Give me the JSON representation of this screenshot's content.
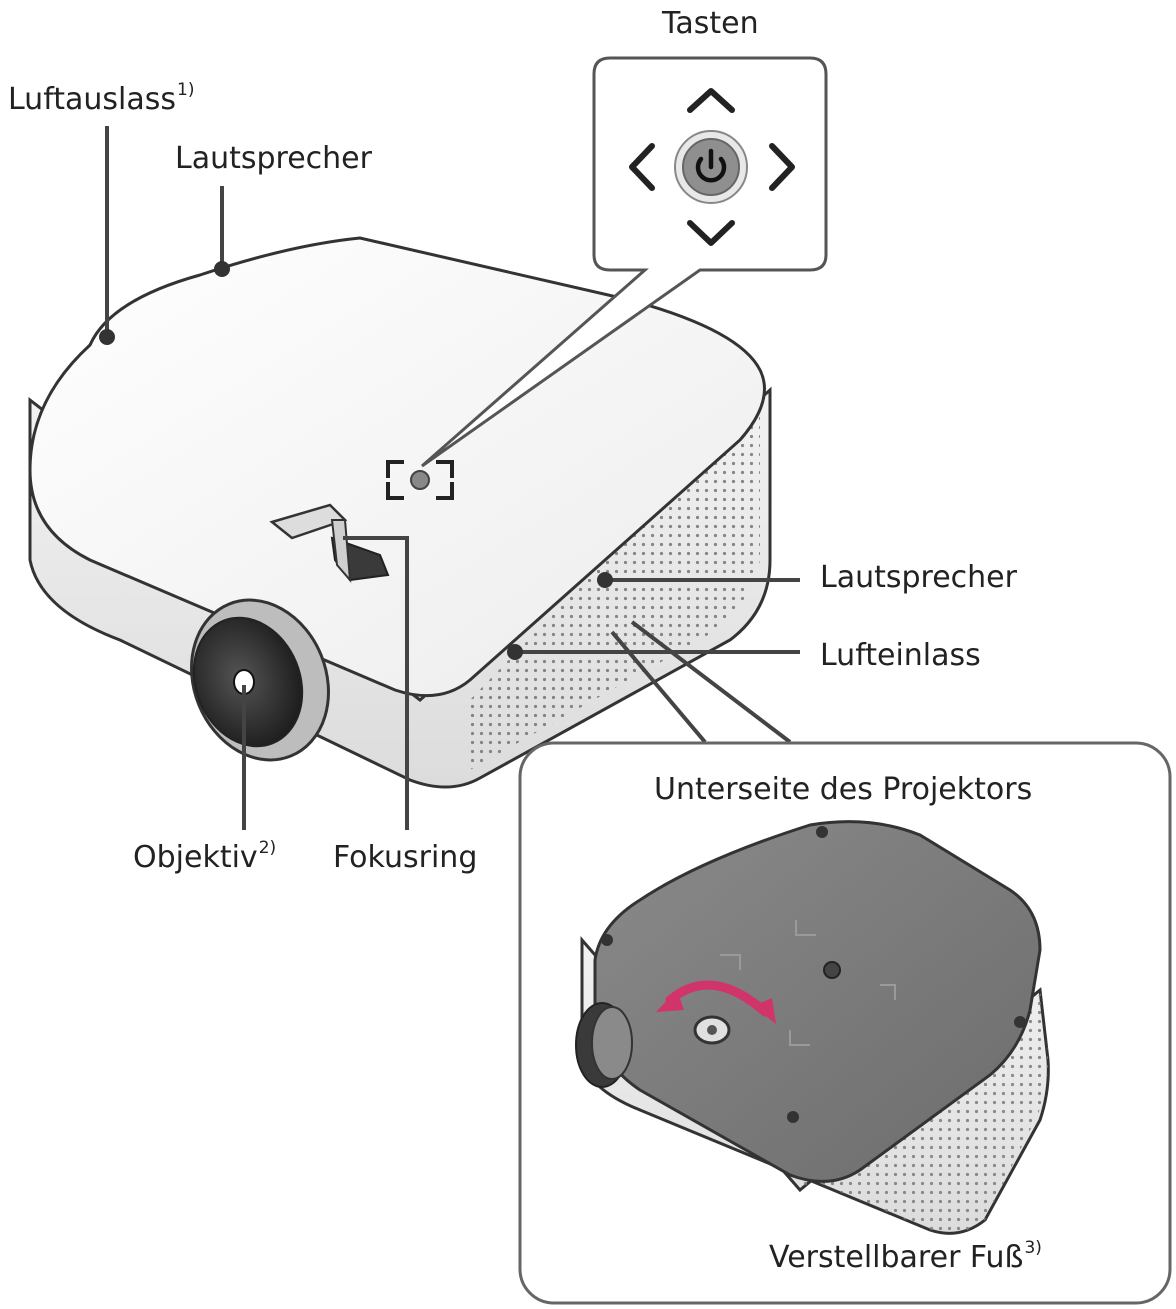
{
  "labels": {
    "tasten": "Tasten",
    "luftauslass": "Luftauslass",
    "luftauslass_note": "1)",
    "lautsprecher_top": "Lautsprecher",
    "lautsprecher_side": "Lautsprecher",
    "lufteinlass": "Lufteinlass",
    "objektiv": "Objektiv",
    "objektiv_note": "2)",
    "fokusring": "Fokusring",
    "unterseite_title": "Unterseite des Projektors",
    "fuss": "Verstellbarer Fuß",
    "fuss_note": "3)"
  },
  "icons": {
    "up": "chevron-up-icon",
    "down": "chevron-down-icon",
    "left": "chevron-left-icon",
    "right": "chevron-right-icon",
    "power": "power-icon",
    "rotate": "rotate-arrow-icon"
  },
  "colors": {
    "line": "#444444",
    "body": "#f4f4f4",
    "bottom_plate": "#7b7b7b",
    "arrow": "#d0346a"
  }
}
